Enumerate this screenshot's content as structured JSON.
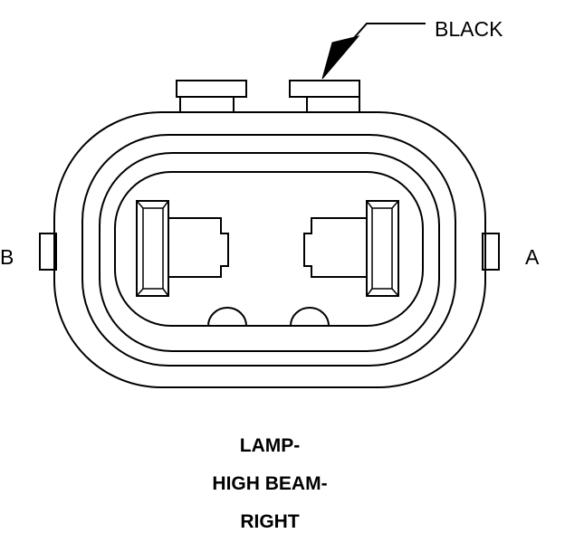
{
  "diagram": {
    "wire_color_label": "BLACK",
    "pin_labels": {
      "left": "B",
      "right": "A"
    },
    "caption": {
      "line1": "LAMP-",
      "line2": "HIGH BEAM-",
      "line3": "RIGHT"
    },
    "colors": {
      "stroke": "#000000",
      "background": "#ffffff"
    }
  }
}
